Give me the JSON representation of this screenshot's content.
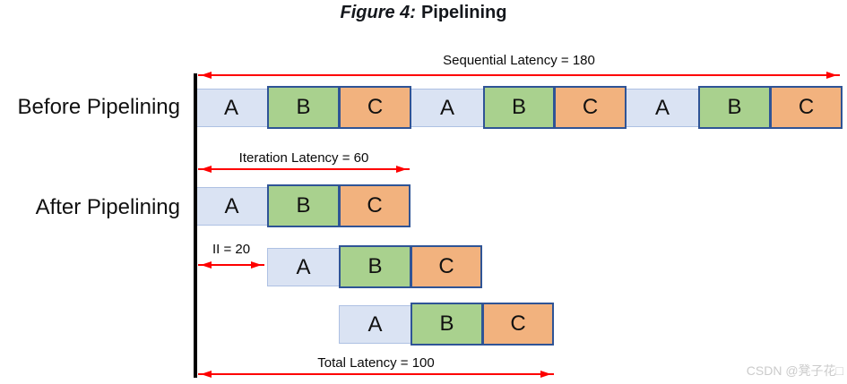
{
  "title": {
    "figure": "Figure 4:",
    "name": "Pipelining"
  },
  "row_labels": {
    "before": "Before Pipelining",
    "after": "After Pipelining"
  },
  "annotations": {
    "sequential": "Sequential Latency = 180",
    "iteration": "Iteration Latency = 60",
    "ii": "II = 20",
    "total": "Total Latency = 100"
  },
  "colors": {
    "stage_a_fill": "#dae3f3",
    "stage_b_fill": "#a9d18e",
    "stage_c_fill": "#f2b27e",
    "band_border": "#aec1e3",
    "box_border": "#2f5496",
    "arrow_red": "#fe0000",
    "timeline_black": "#000000",
    "watermark_gray": "#cbcbcb"
  },
  "watermark": "CSDN @凳子花□",
  "diagram": {
    "type": "pipelining-timeline",
    "units_per_stage": 20,
    "sequential_latency": 180,
    "iteration_latency": 60,
    "initiation_interval": 20,
    "total_latency": 100,
    "before_blocks": [
      "A",
      "B",
      "C",
      "A",
      "B",
      "C",
      "A",
      "B",
      "C"
    ],
    "after_rows": [
      {
        "start": 0,
        "blocks": [
          "A",
          "B",
          "C"
        ]
      },
      {
        "start": 20,
        "blocks": [
          "A",
          "B",
          "C"
        ]
      },
      {
        "start": 40,
        "blocks": [
          "A",
          "B",
          "C"
        ]
      }
    ]
  }
}
